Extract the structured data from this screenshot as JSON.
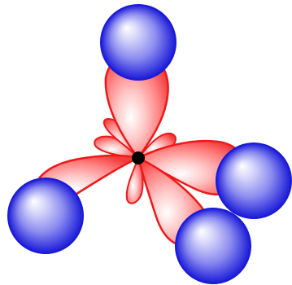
{
  "diagram": {
    "kind": "sp3-hybrid-orbitals",
    "lobe_count": 4,
    "bonded_atom_count": 4,
    "small_back_lobe_count": 4
  },
  "colors": {
    "background": "#ffffff",
    "lobe_outline": "#f01818",
    "lobe_mid": "#ff8080",
    "lobe_light": "#ffc8c8",
    "lobe_highlight": "#ffffff",
    "atom_outline": "#1a1ad8",
    "atom_dark": "#3c3ce0",
    "atom_mid": "#8c8cf0",
    "atom_light": "#d4d4fa",
    "atom_highlight": "#ffffff",
    "nucleus": "#000000"
  }
}
